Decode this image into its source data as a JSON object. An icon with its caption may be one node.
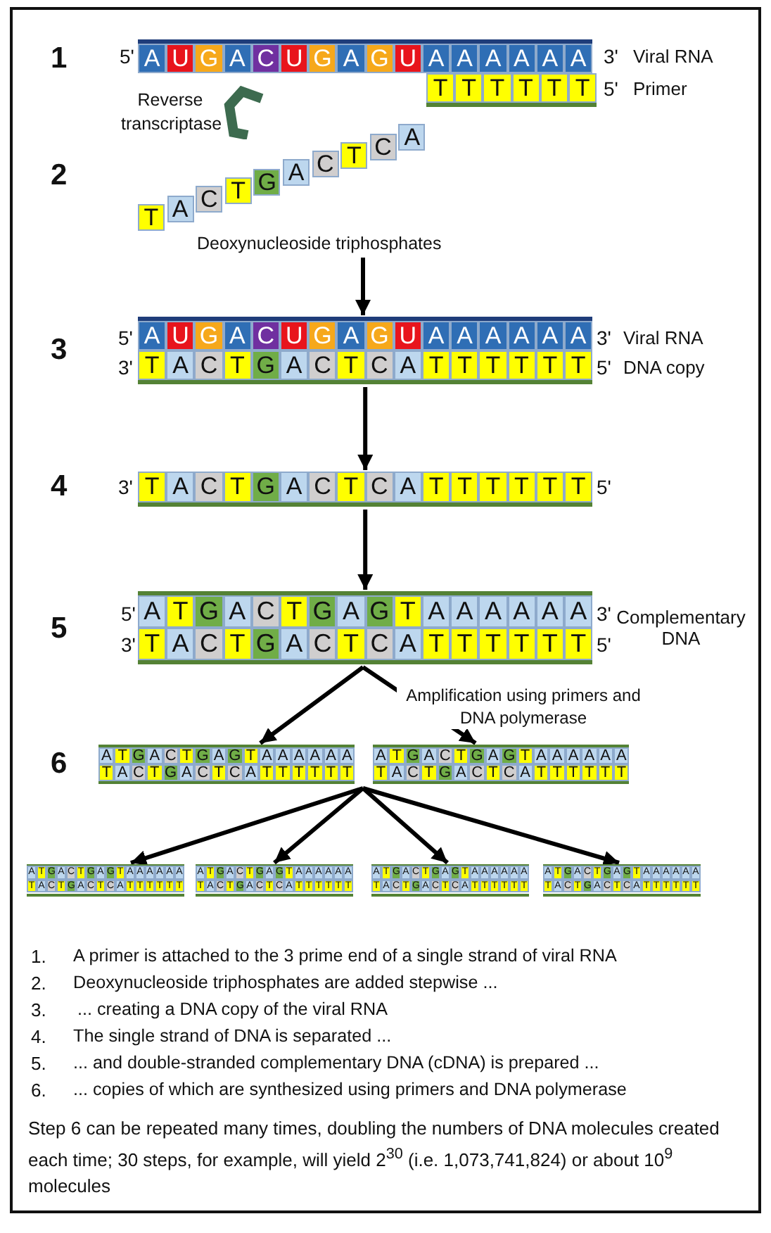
{
  "diagram": {
    "nodes": [
      {
        "text": [
          "A U G A C U G A G U A A A A A A"
        ],
        "beside": [
          "5'",
          "3'",
          "Viral RNA"
        ]
      },
      {
        "text": [
          "T T T T T T"
        ],
        "beside": [
          "5'",
          "Primer"
        ]
      },
      {
        "text": [
          "T A C T G A C T C A"
        ],
        "beside": [
          "Deoxynucleoside triphosphates"
        ]
      },
      {
        "text": [
          "A U G A C U G A G U A A A A A A",
          "T A C T G A C T C A T T T T T T"
        ],
        "beside": [
          "5'",
          "3'",
          "Viral RNA",
          "3'",
          "5'",
          "DNA copy"
        ]
      },
      {
        "text": [
          "T A C T G A C T C A T T T T T T"
        ],
        "beside": [
          "3'",
          "5'"
        ]
      },
      {
        "text": [
          "A T G A C T G A G T A A A A A A",
          "T A C T G A C T C A T T T T T T"
        ],
        "beside": [
          "5'",
          "3'",
          "Complementary DNA",
          "3'",
          "5'"
        ]
      },
      {
        "text": [
          "A T G A C T G A G T A A A A A A",
          "T A C T G A C T C A T T T T T T"
        ]
      },
      {
        "text": [
          "A T G A C T G A G T A A A A A A",
          "T A C T G A C T C A T T T T T T"
        ]
      },
      {
        "text": [
          "A T G A C T G A G T A A A A A A",
          "T A C T G A C T C A T T T T T T"
        ]
      },
      {
        "text": [
          "A T G A C T G A G T A A A A A A",
          "T A C T G A C T C A T T T T T T"
        ]
      },
      {
        "text": [
          "A T G A C T G A G T A A A A A A",
          "T A C T G A C T C A T T T T T T"
        ]
      },
      {
        "text": [
          "A T G A C T G A G T A A A A A A",
          "T A C T G A C T C A T T T T T T"
        ]
      }
    ],
    "edges": [
      {
        "from": 2,
        "to": 3,
        "arrow": "to"
      },
      {
        "from": 3,
        "to": 4,
        "arrow": "to"
      },
      {
        "from": 4,
        "to": 5,
        "arrow": "to"
      },
      {
        "from": 5,
        "to": 6,
        "arrow": "to"
      },
      {
        "from": 5,
        "to": 7,
        "arrow": "to",
        "label": "Amplification using primers and DNA polymerase"
      },
      {
        "from": 6,
        "to": 8,
        "arrow": "to"
      },
      {
        "from": 6,
        "to": 9,
        "arrow": "to"
      },
      {
        "from": 6,
        "to": 10,
        "arrow": "to"
      },
      {
        "from": 6,
        "to": 11,
        "arrow": "to"
      },
      {
        "from": 7,
        "to": 8,
        "arrow": "to"
      },
      {
        "from": 7,
        "to": 9,
        "arrow": "to"
      },
      {
        "from": 7,
        "to": 10,
        "arrow": "to"
      },
      {
        "from": 7,
        "to": 11,
        "arrow": "to"
      }
    ],
    "labels": [
      "1",
      "Reverse transcriptase",
      "2",
      "3",
      "4",
      "5",
      "6",
      "1.",
      "A primer is attached to the 3 prime end of a single strand of viral RNA",
      "2.",
      "Deoxynucleoside triphosphates are added stepwise ...",
      "3.",
      "... creating a DNA copy of the viral RNA",
      "4.",
      "The single strand of DNA is separated ...",
      "5.",
      "... and double-stranded complementary DNA (cDNA) is prepared ...",
      "6.",
      "... copies of which are synthesized using primers and DNA polymerase",
      "Step 6 can be repeated many times, doubling the numbers of DNA molecules created each time; 30 steps, for example, will yield 2$^{30}$ (i.e. 1,073,741,824) or about 10$^{9}$ molecules"
    ]
  }
}
